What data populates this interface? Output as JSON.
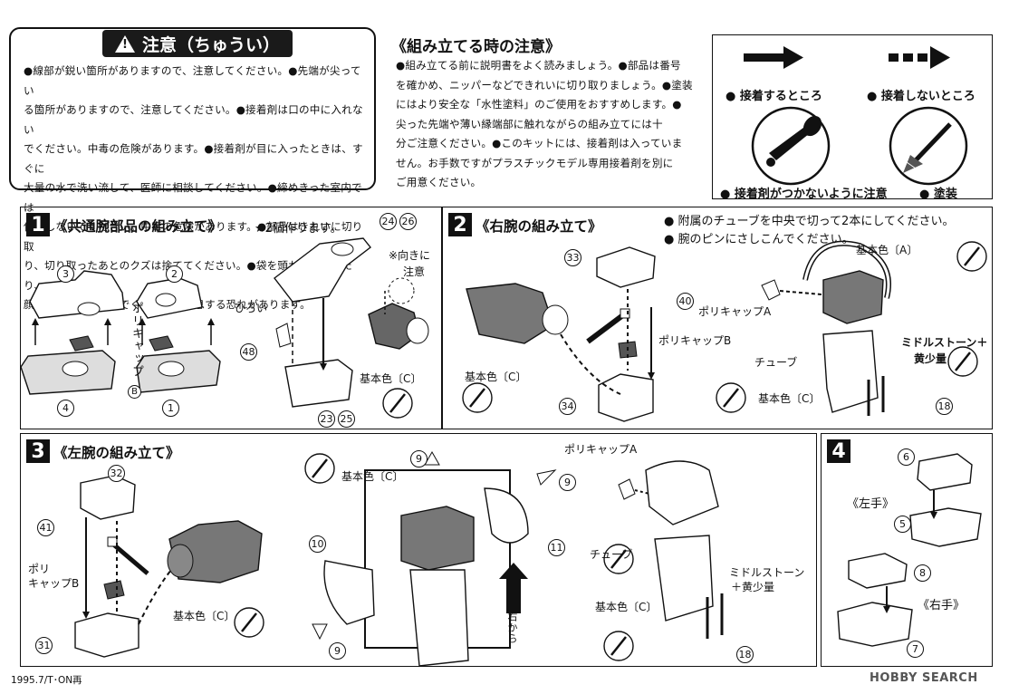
{
  "caution": {
    "title": "注意（ちゅうい）",
    "lines": [
      "●線部が鋭い箇所がありますので、注意してください。●先端が尖ってい",
      "る箇所がありますので、注意してください。●接着剤は口の中に入れない",
      "でください。中毒の危険があります。●接着剤が目に入ったときは、すぐに",
      "大量の水で洗い流して、医師に相談してください。●締めきった室内では",
      "使用しないでください。中毒の危険があります。●部品はきれいに切り取",
      "り、切り取ったあとのクズは捨ててください。●袋を頭からかぶったり、",
      "顔を覆ったりしないでください。窒息する恐れがあります。"
    ]
  },
  "assembly_notice": {
    "title": "《組み立てる時の注意》",
    "lines": [
      "●組み立てる前に説明書をよく読みましょう。●部品は番号",
      "を確かめ、ニッパーなどできれいに切り取りましょう。●塗装",
      "にはより安全な「水性塗料」のご使用をおすすめします。●",
      "尖った先端や薄い縁端部に触れながらの組み立てには十",
      "分ご注意ください。●このキットには、接着剤は入っていま",
      "せん。お手数ですがプラスチックモデル専用接着剤を別に",
      "ご用意ください。"
    ]
  },
  "legend": {
    "glue": "● 接着するところ",
    "no_glue": "● 接着しないところ",
    "avoid_glue": "● 接着剤がつかないように注意",
    "paint": "● 塗装"
  },
  "step1": {
    "num": "1",
    "title": "《共通腕部品の組み立て》",
    "note": "★2個作ります。",
    "parts": {
      "p3": "3",
      "p2": "2",
      "p4": "4",
      "p1": "1",
      "p48": "48",
      "p24": "24",
      "p26": "26",
      "p23": "23",
      "p25": "25"
    },
    "polycap": "ポリキャップ",
    "polycap_b": "B",
    "wide": "ひろい",
    "orient": "※向きに",
    "orient2": "注意",
    "color": "基本色〔C〕"
  },
  "step2": {
    "num": "2",
    "title": "《右腕の組み立て》",
    "note1": "● 附属のチューブを中央で切って2本にしてください。",
    "note2": "● 腕のピンにさしこんでください。",
    "parts": {
      "p33": "33",
      "p40": "40",
      "p34": "34",
      "p18": "18"
    },
    "polycap_b": "ポリキャップB",
    "polycap_a": "ポリキャップA",
    "color_c": "基本色〔C〕",
    "color_c2": "基本色〔C〕",
    "color_a": "基本色〔A〕",
    "tube": "チューブ",
    "middlestone": "ミドルストーン＋",
    "yellow": "黄少量"
  },
  "step3": {
    "num": "3",
    "title": "《左腕の組み立て》",
    "parts": {
      "p32": "32",
      "p41": "41",
      "p31": "31",
      "p9a": "9",
      "p9b": "9",
      "p9c": "9",
      "p10": "10",
      "p11": "11",
      "p18": "18"
    },
    "polycap": "ポリ",
    "polycap2": "キャップB",
    "polycap_a": "ポリキャップA",
    "color_c1": "基本色〔C〕",
    "color_c2": "基本色〔C〕",
    "color_c3": "基本色〔C〕",
    "tube": "チューブ",
    "middlestone": "ミドルストーン",
    "yellow": "＋黄少量",
    "arrow_text": "右から"
  },
  "step4": {
    "num": "4",
    "left_hand": "《左手》",
    "right_hand": "《右手》",
    "parts": {
      "p6": "6",
      "p5": "5",
      "p8": "8",
      "p7": "7"
    }
  },
  "footer": {
    "date": "1995.7/T･ON再",
    "watermark": "HOBBY SEARCH"
  }
}
